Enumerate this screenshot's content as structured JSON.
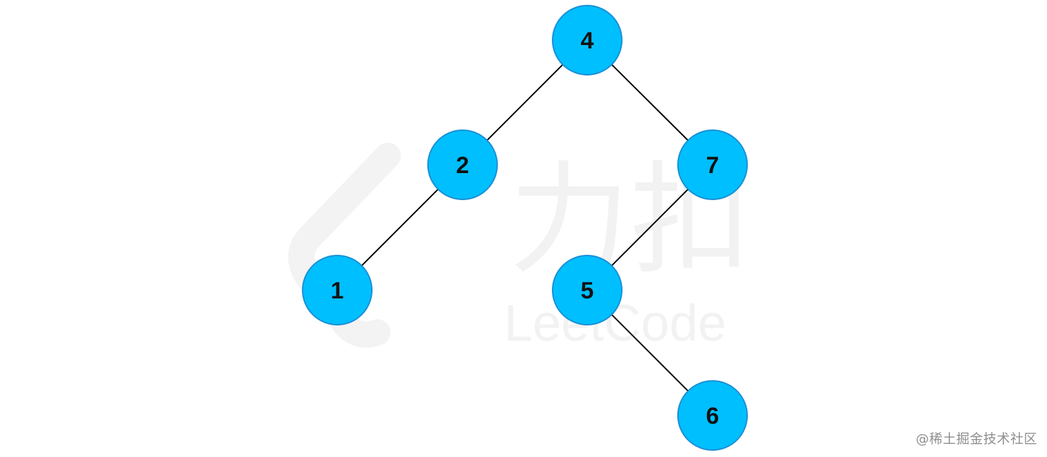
{
  "diagram": {
    "type": "binary-tree",
    "node_fill": "#00bfff",
    "node_stroke": "#1a8fd6",
    "edge_color": "#000000",
    "nodes": [
      {
        "id": "n4",
        "label": "4"
      },
      {
        "id": "n2",
        "label": "2"
      },
      {
        "id": "n7",
        "label": "7"
      },
      {
        "id": "n1",
        "label": "1"
      },
      {
        "id": "n5",
        "label": "5"
      },
      {
        "id": "n6",
        "label": "6"
      }
    ],
    "edges": [
      {
        "from": "n4",
        "to": "n2"
      },
      {
        "from": "n4",
        "to": "n7"
      },
      {
        "from": "n2",
        "to": "n1"
      },
      {
        "from": "n7",
        "to": "n5"
      },
      {
        "from": "n5",
        "to": "n6"
      }
    ]
  },
  "watermark": {
    "text_cn": "力扣",
    "text_en": "LeetCode",
    "color": "#f2f2f2"
  },
  "credit": {
    "text": "@稀土掘金技术社区"
  }
}
